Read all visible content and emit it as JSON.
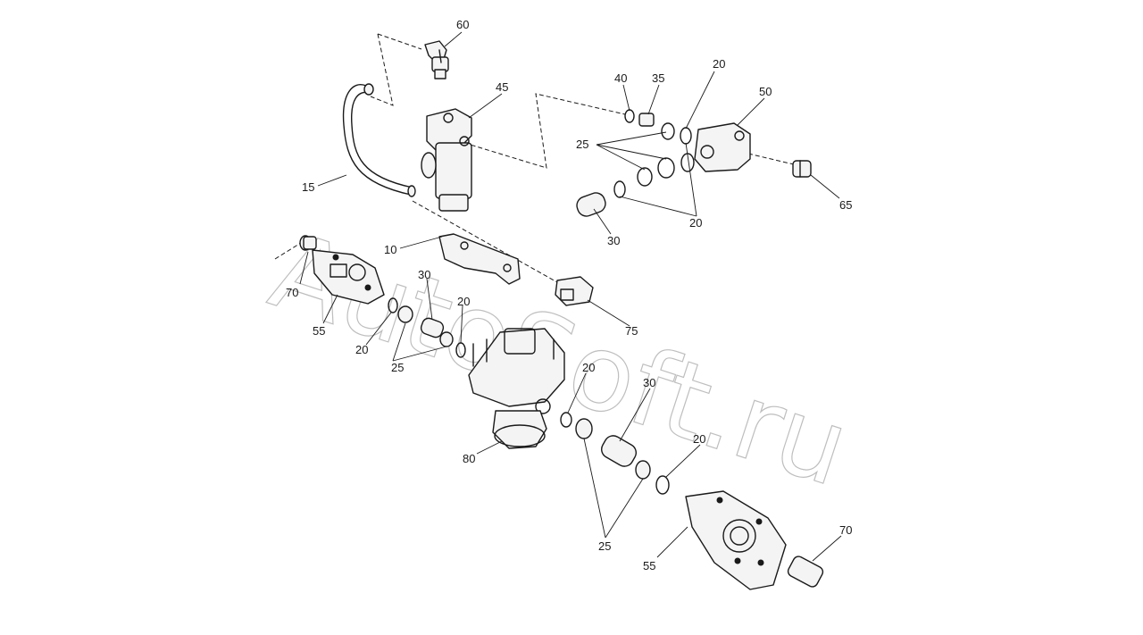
{
  "watermark": "AutoSoft.ru",
  "callouts": {
    "c60": "60",
    "c45": "45",
    "c40": "40",
    "c35": "35",
    "c20a": "20",
    "c50": "50",
    "c25a": "25",
    "c15": "15",
    "c20b": "20",
    "c65": "65",
    "c30a": "30",
    "c10": "10",
    "c30b": "30",
    "c20c": "20",
    "c70a": "70",
    "c55a": "55",
    "c20d": "20",
    "c25b": "25",
    "c75": "75",
    "c20e": "20",
    "c30c": "30",
    "c80": "80",
    "c20f": "20",
    "c25c": "25",
    "c55b": "55",
    "c70b": "70"
  },
  "colors": {
    "ink": "#1a1a1a",
    "watermark": "#b8b8b8",
    "background": "#ffffff"
  }
}
